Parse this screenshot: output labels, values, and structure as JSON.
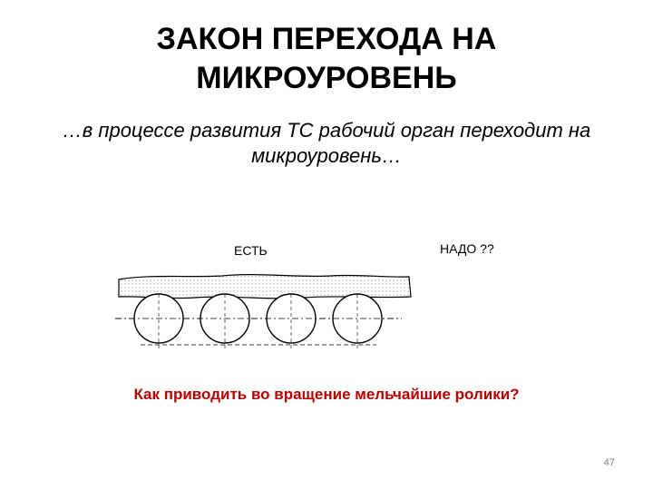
{
  "slide": {
    "title_line1": "ЗАКОН ПЕРЕХОДА НА",
    "title_line2": "МИКРОУРОВЕНЬ",
    "subtitle_line1": "…в процессе развития ТС рабочий орган переходит на",
    "subtitle_line2": "микроуровень…",
    "question": "Как приводить во вращение  мельчайшие ролики?",
    "page_number": "47"
  },
  "diagram": {
    "label_left": "ЕСТЬ",
    "label_right": "НАДО ??",
    "roller_count": 4
  },
  "colors": {
    "question": "#c00000",
    "page_number": "#7f7f7f"
  }
}
